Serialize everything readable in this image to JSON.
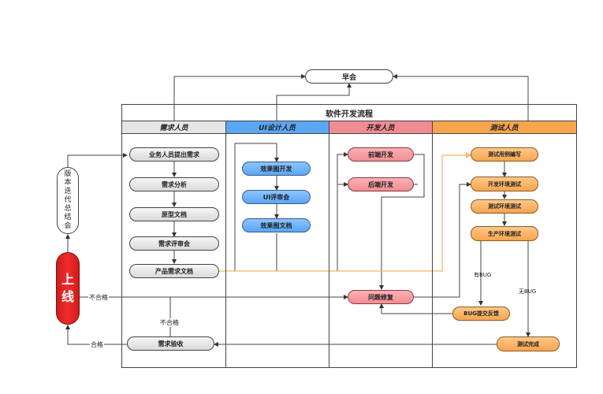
{
  "morning_meeting": "早会",
  "title": "软件开发流程",
  "lanes": [
    "需求人员",
    "UI设计人员",
    "开发人员",
    "测试人员"
  ],
  "requirement": {
    "items": [
      "业务人员提出需求",
      "需求分析",
      "原型文档",
      "需求评审会",
      "产品需求文档"
    ],
    "acceptance": "需求验收"
  },
  "ui": {
    "items": [
      "效果图开发",
      "UI评审会",
      "效果图文档"
    ]
  },
  "dev": {
    "items": [
      "前端开发",
      "后端开发"
    ],
    "bugfix": "问题修复"
  },
  "test": {
    "items": [
      "测试用例编写",
      "开发环境测试",
      "测试环境测试",
      "生产环境测试"
    ],
    "bug_report": "BUG提交反馈",
    "done": "测试完成",
    "has_bug": "有BUG",
    "no_bug": "无BUG"
  },
  "side": {
    "review": "版本迭代总结会",
    "launch": "上线"
  },
  "edges": {
    "fail_1": "不合格",
    "fail_2": "不合格",
    "pass": "合格"
  },
  "colors": {
    "blue": "#5aa6f5",
    "red": "#f28c93",
    "orange": "#f7a54c",
    "gray": "#d9d9d9",
    "launch": "#e52222"
  }
}
